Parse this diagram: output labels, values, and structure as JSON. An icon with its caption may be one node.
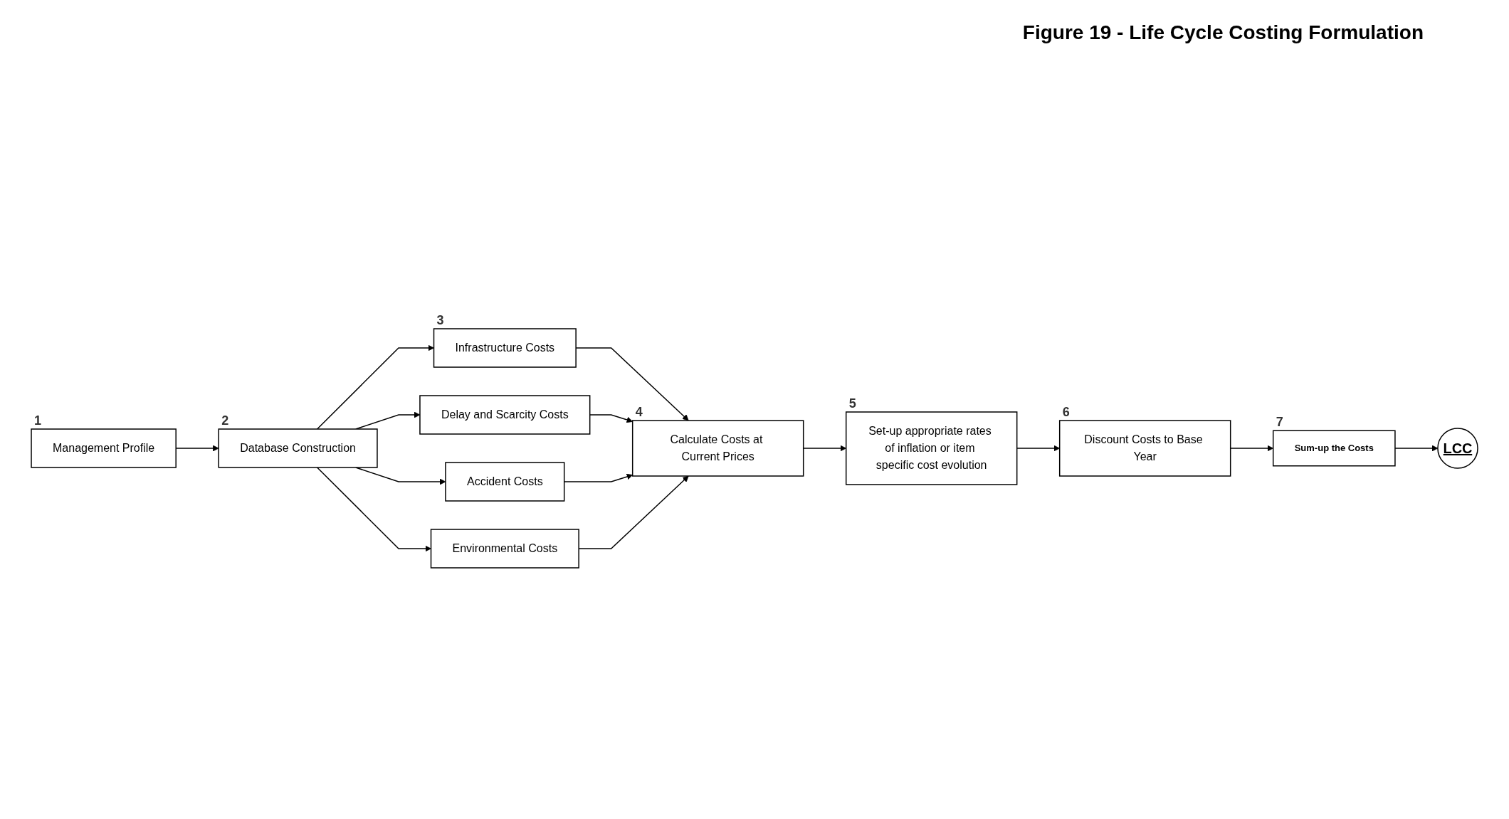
{
  "diagram": {
    "title": "Figure 19 - Life Cycle Costing Formulation",
    "nodes": [
      {
        "text": [
          "Management Profile"
        ],
        "beside": [
          "1"
        ]
      },
      {
        "text": [
          "Database Construction"
        ],
        "beside": [
          "2"
        ]
      },
      {
        "text": [
          "Infrastructure Costs"
        ],
        "beside": [
          "3"
        ]
      },
      {
        "text": [
          "Delay and Scarcity Costs"
        ]
      },
      {
        "text": [
          "Accident Costs"
        ]
      },
      {
        "text": [
          "Environmental Costs"
        ]
      },
      {
        "text": [
          "Calculate Costs at Current Prices"
        ],
        "beside": [
          "4"
        ]
      },
      {
        "text": [
          "Set-up appropriate rates of inflation or item specific cost evolution"
        ],
        "beside": [
          "5"
        ]
      },
      {
        "text": [
          "Discount Costs to Base Year"
        ],
        "beside": [
          "6"
        ]
      },
      {
        "text": [
          "Sum-up the Costs"
        ],
        "beside": [
          "7"
        ]
      },
      {
        "text": [
          "LCC"
        ]
      }
    ],
    "edges": [
      {
        "from": 0,
        "to": 1,
        "arrow": "to"
      },
      {
        "from": 1,
        "to": 2,
        "arrow": "to"
      },
      {
        "from": 1,
        "to": 3,
        "arrow": "to"
      },
      {
        "from": 1,
        "to": 4,
        "arrow": "to"
      },
      {
        "from": 1,
        "to": 5,
        "arrow": "to"
      },
      {
        "from": 2,
        "to": 6,
        "arrow": "to"
      },
      {
        "from": 3,
        "to": 6,
        "arrow": "to"
      },
      {
        "from": 4,
        "to": 6,
        "arrow": "to"
      },
      {
        "from": 5,
        "to": 6,
        "arrow": "to"
      },
      {
        "from": 6,
        "to": 7,
        "arrow": "to"
      },
      {
        "from": 7,
        "to": 8,
        "arrow": "to"
      },
      {
        "from": 8,
        "to": 9,
        "arrow": "to"
      },
      {
        "from": 9,
        "to": 10,
        "arrow": "to"
      }
    ]
  }
}
